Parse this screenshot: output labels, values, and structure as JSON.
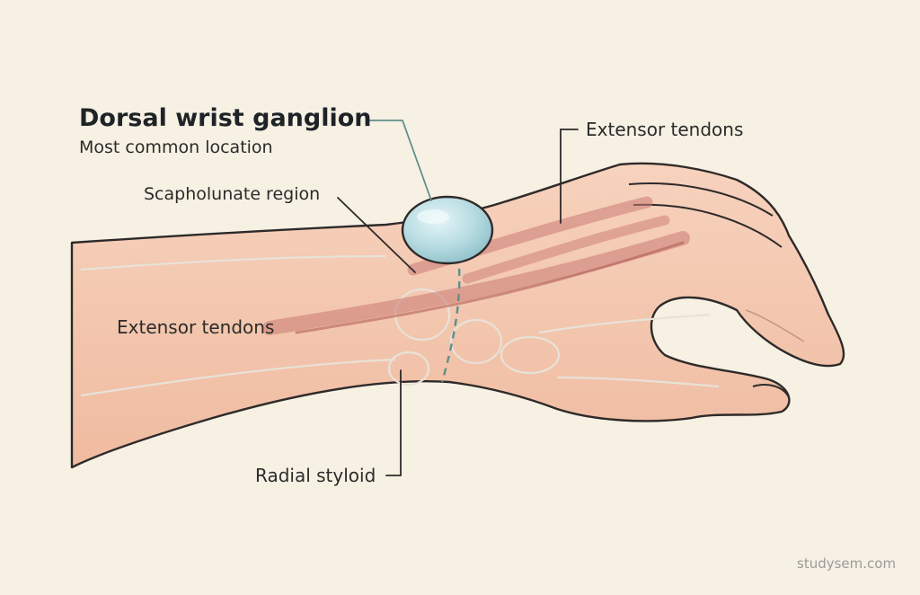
{
  "labels": {
    "title": "Dorsal wrist ganglion",
    "subtitle": "Most common location",
    "scapholunate": "Scapholunate region",
    "extensor_top": "Extensor tendons",
    "extensor_left": "Extensor tendons",
    "radial_styloid": "Radial styloid"
  },
  "watermark": "studysem.com",
  "colors": {
    "background": "#f6f1e3",
    "skin": "#f4c9b0",
    "outline": "#2e2a2a",
    "tendon": "#c97a72",
    "cyst": "#b9dde3",
    "leader_teal": "#5f8f8b"
  }
}
